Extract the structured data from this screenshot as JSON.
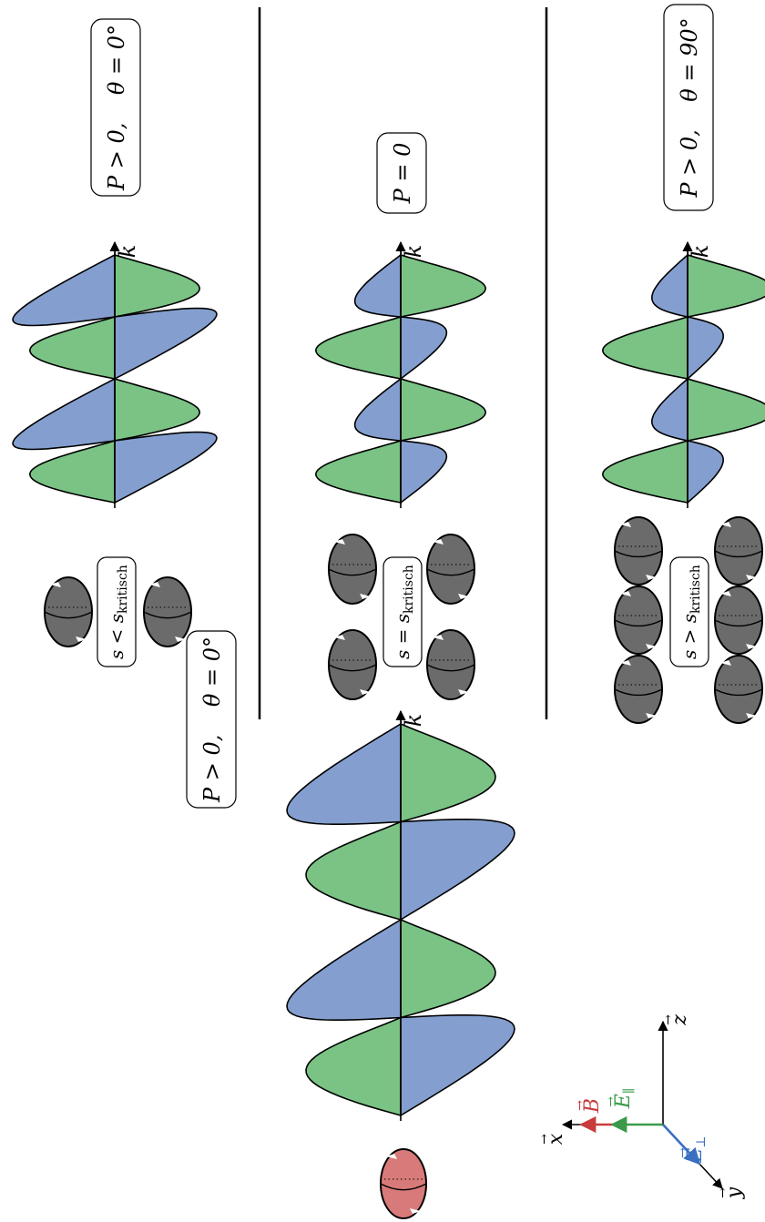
{
  "colors": {
    "green_fill": "#6cbd78",
    "green_stroke": "#3a7a45",
    "blue_fill": "#5b7fbf",
    "red_fill": "#d97a7a",
    "grain": "#6b6b6b",
    "axis_x": "#000000",
    "axis_B": "#c83c3c",
    "axis_Epar": "#3a9a4a",
    "axis_Eperp": "#3a6ec0"
  },
  "left_panel": {
    "label": "P > 0,    θ = 0°",
    "wave_label": "k",
    "grain_color": "red"
  },
  "axes": {
    "x": "x",
    "y": "y",
    "z": "z",
    "B": "B",
    "E_par": "E",
    "E_par_sub": "∥",
    "E_perp": "E",
    "E_perp_sub": "⊥"
  },
  "rows": [
    {
      "name": "s-less",
      "state": "P > 0,    θ = 0°",
      "spacing_main": "s < s",
      "spacing_sub": "kritisch",
      "wave_label": "k",
      "grains": 2,
      "blue_amplitude": 1.0
    },
    {
      "name": "s-equal",
      "state": "P = 0",
      "spacing_main": "s = s",
      "spacing_sub": "kritisch",
      "wave_label": "k",
      "grains": 4,
      "blue_amplitude": 0.45
    },
    {
      "name": "s-greater",
      "state": "P > 0,    θ = 90°",
      "spacing_main": "s > s",
      "spacing_sub": "kritisch",
      "wave_label": "k",
      "grains": 6,
      "blue_amplitude": 0.35
    }
  ]
}
